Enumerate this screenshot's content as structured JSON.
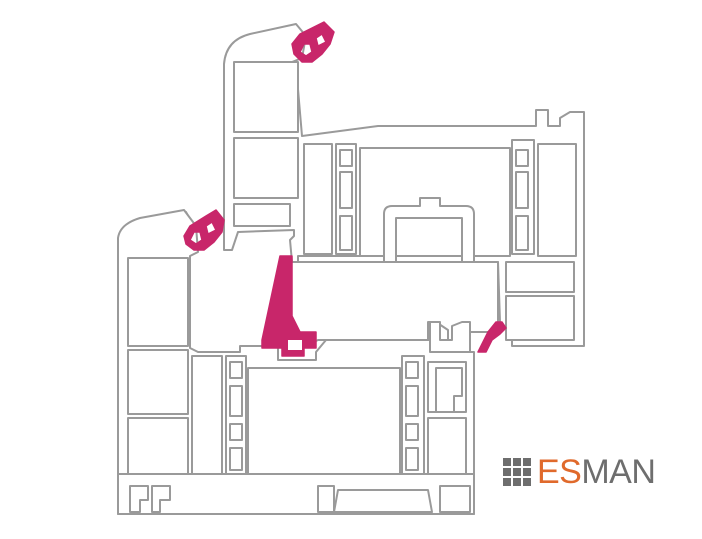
{
  "brand": {
    "part1": "ES",
    "part2": "MAN",
    "part1_color": "#e06a2c",
    "part2_color": "#6e6e6e",
    "mark_color": "#6e6e6e"
  },
  "colors": {
    "profile_stroke": "#9a9a9a",
    "profile_fill": "#ffffff",
    "gasket": "#c8266a",
    "background": "#ffffff"
  },
  "icons": [
    "window-profile-section",
    "seal-gasket",
    "esman-logo-mark"
  ]
}
